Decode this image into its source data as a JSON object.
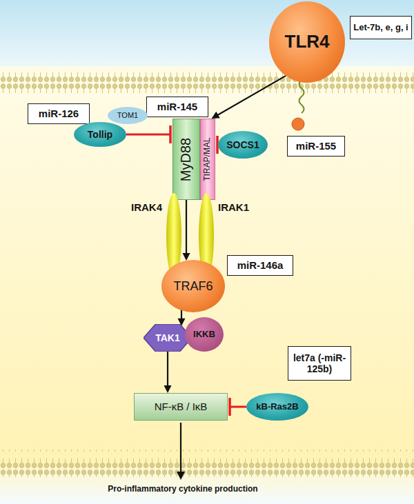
{
  "diagram": {
    "nodes": [
      {
        "text": [
          "TLR4"
        ]
      },
      {
        "text": [
          "Let-7b, e, g, i"
        ]
      },
      {
        "text": [
          "miR-145"
        ]
      },
      {
        "text": [
          "MyD88"
        ]
      },
      {
        "text": [
          "TIRAP/MAL"
        ]
      },
      {
        "text": [
          "miR-126"
        ]
      },
      {
        "text": [
          "TOM1"
        ]
      },
      {
        "text": [
          "Tollip"
        ]
      },
      {
        "text": [
          "SOCS1"
        ]
      },
      {
        "text": [
          "miR-155"
        ]
      },
      {
        "text": [
          "IRAK4"
        ]
      },
      {
        "text": [
          "IRAK1"
        ]
      },
      {
        "text": [
          "TRAF6"
        ]
      },
      {
        "text": [
          "miR-146a"
        ]
      },
      {
        "text": [
          "TAK1"
        ]
      },
      {
        "text": [
          "IKKB"
        ]
      },
      {
        "text": [
          "let7a (-miR-125b)"
        ]
      },
      {
        "text": [
          "NF-κB / IκB"
        ]
      },
      {
        "text": [
          "kB-Ras2B"
        ]
      }
    ],
    "edges": [
      {
        "from": 0,
        "to": 4,
        "arrow": "to"
      },
      {
        "from": 7,
        "to": 3,
        "arrow": "to"
      },
      {
        "from": 8,
        "to": 4,
        "arrow": "to"
      },
      {
        "from": 3,
        "to": 12,
        "arrow": "to"
      },
      {
        "from": 12,
        "to": 14,
        "arrow": "to"
      },
      {
        "from": 14,
        "to": 17,
        "arrow": "to"
      },
      {
        "from": 18,
        "to": 17,
        "arrow": "to"
      }
    ],
    "labels": [
      "Pro-inflammatory cytokine production"
    ]
  }
}
